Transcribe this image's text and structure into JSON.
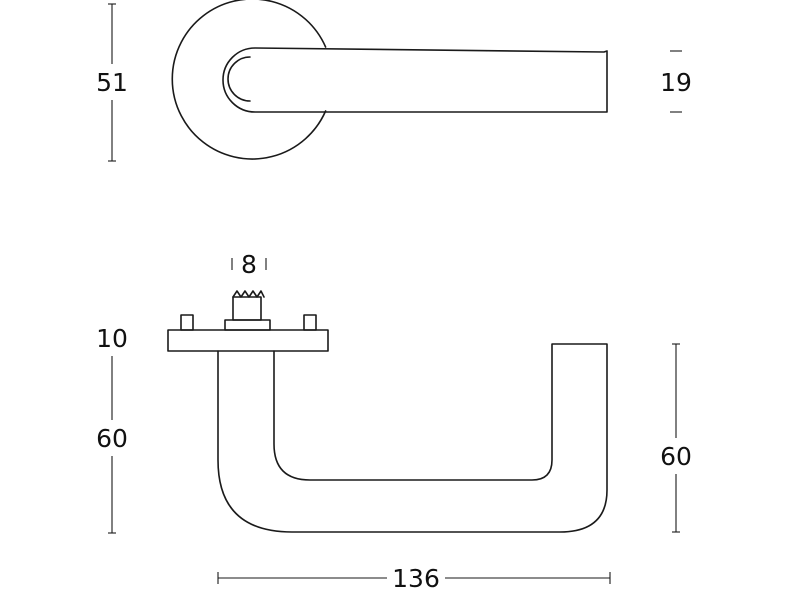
{
  "dimensions": {
    "rose_diameter": "51",
    "lever_thickness": "19",
    "spindle_width": "8",
    "rose_height": "10",
    "lever_offset": "60",
    "lever_drop": "60",
    "lever_length": "136"
  },
  "colors": {
    "line": "#1a1a1a",
    "text": "#111111",
    "background": "#ffffff"
  }
}
